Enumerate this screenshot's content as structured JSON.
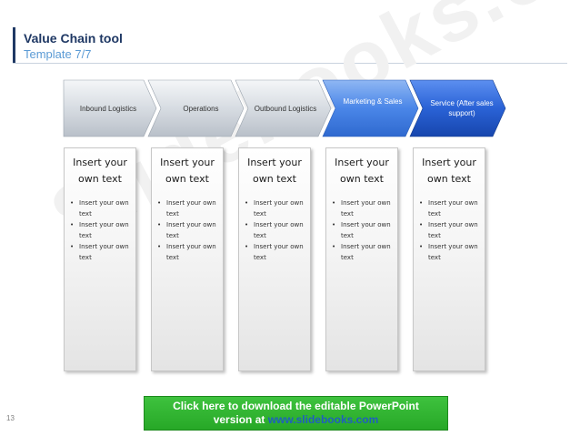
{
  "header": {
    "title": "Value Chain tool",
    "subtitle": "Template 7/7"
  },
  "watermark": {
    "text": "Slidebooks.com"
  },
  "colors": {
    "title": "#1f3864",
    "subtitle": "#5b9bd5",
    "chevron_gray": "#cfd4db",
    "chevron_blue_light": "#4a86e8",
    "chevron_blue_dark": "#1f57c9",
    "cta_green": "#2fb52f",
    "cta_link": "#1f5fbf"
  },
  "chain": {
    "stages": [
      {
        "label": "Inbound Logistics",
        "style": "gray"
      },
      {
        "label": "Operations",
        "style": "gray"
      },
      {
        "label": "Outbound Logistics",
        "style": "gray"
      },
      {
        "label": "Marketing & Sales",
        "style": "blue"
      },
      {
        "label": "Service (After sales support)",
        "style": "blue-dark"
      }
    ]
  },
  "cards": [
    {
      "heading": "Insert your own text",
      "bullets": [
        "Insert your own text",
        "Insert your own text",
        "Insert your own text"
      ]
    },
    {
      "heading": "Insert your own text",
      "bullets": [
        "Insert your own text",
        "Insert your own text",
        "Insert your own text"
      ]
    },
    {
      "heading": "Insert your own text",
      "bullets": [
        "Insert your own text",
        "Insert your own text",
        "Insert your own text"
      ]
    },
    {
      "heading": "Insert your own text",
      "bullets": [
        "Insert your own text",
        "Insert your own text",
        "Insert your own text"
      ]
    },
    {
      "heading": "Insert your own text",
      "bullets": [
        "Insert your own text",
        "Insert your own text",
        "Insert your own text"
      ]
    }
  ],
  "cta": {
    "line1": "Click here to download the editable PowerPoint",
    "line2_prefix": "version at ",
    "line2_link": "www.slidebooks.com"
  },
  "footer": {
    "page_number": "13"
  }
}
